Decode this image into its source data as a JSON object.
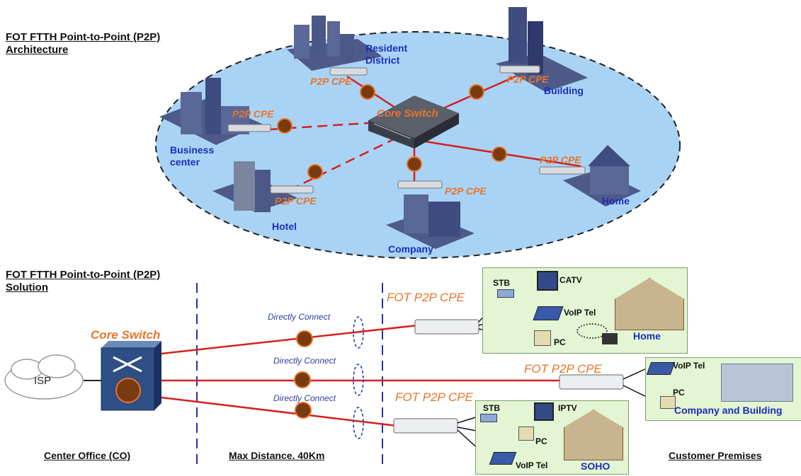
{
  "top": {
    "title_line1": "FOT FTTH Point-to-Point (P2P)",
    "title_line2": "Architecture",
    "core_switch": "Core Switch",
    "nodes": {
      "resident": "Resident\nDistrict",
      "building": "Building",
      "business": "Business\ncenter",
      "hotel": "Hotel",
      "company": "Company",
      "home": "Home"
    },
    "cpe_label": "P2P CPE"
  },
  "bottom": {
    "title_line1": "FOT FTTH Point-to-Point (P2P)",
    "title_line2": "Solution",
    "isp": "ISP",
    "core_switch": "Core Switch",
    "directly_connect": "Directly Connect",
    "cpe_label": "FOT P2P CPE",
    "home_box": {
      "stb": "STB",
      "catv": "CATV",
      "voip": "VoIP Tel",
      "pc": "PC",
      "label": "Home"
    },
    "company_box": {
      "voip": "VoIP Tel",
      "pc": "PC",
      "label": "Company and Building"
    },
    "soho_box": {
      "stb": "STB",
      "iptv": "IPTV",
      "pc": "PC",
      "voip": "VoIP Tel",
      "label": "SOHO"
    },
    "footer": {
      "co": "Center Office (CO)",
      "distance": "Max Distance. 40Km",
      "premises": "Customer Premises"
    }
  },
  "colors": {
    "fiber": "#d42020",
    "ellipse": "#a9d3f5",
    "label_blue": "#1a2fb8",
    "label_orange": "#e8742a",
    "panel_green": "#e3f5d3"
  },
  "icons": [
    "building-icon",
    "optical-node-icon",
    "cpe-device-icon",
    "core-switch-icon",
    "cloud-icon",
    "tv-icon",
    "phone-icon",
    "pc-icon",
    "house-icon"
  ]
}
